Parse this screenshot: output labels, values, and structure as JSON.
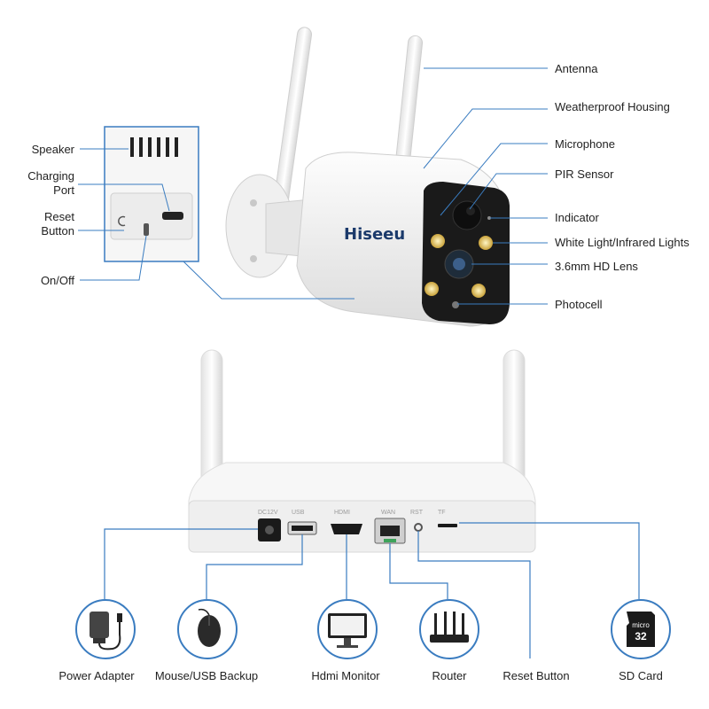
{
  "camera_labels": {
    "antenna": "Antenna",
    "housing": "Weatherproof Housing",
    "microphone": "Microphone",
    "pir": "PIR Sensor",
    "indicator": "Indicator",
    "lights": "White Light/Infrared Lights",
    "lens": "3.6mm HD Lens",
    "photocell": "Photocell",
    "speaker": "Speaker",
    "charging_port": [
      "Charging",
      "Port"
    ],
    "reset_button": [
      "Reset",
      "Button"
    ],
    "onoff": "On/Off"
  },
  "brand": "Hiseeu",
  "nvr_ports": {
    "dc": "DC12V",
    "usb": "USB",
    "hdmi": "HDMI",
    "wan": "WAN",
    "rst": "RST",
    "tf": "TF"
  },
  "accessories": [
    {
      "label": "Power Adapter",
      "icon": "power-adapter-icon"
    },
    {
      "label": "Mouse/USB Backup",
      "icon": "mouse-icon"
    },
    {
      "label": "Hdmi Monitor",
      "icon": "monitor-icon"
    },
    {
      "label": "Router",
      "icon": "router-icon"
    },
    {
      "label": "Reset Button",
      "icon": "reset-pin-icon"
    },
    {
      "label": "SD Card",
      "icon": "sd-card-icon"
    }
  ],
  "sd_card": {
    "brand": "micro",
    "size": "32"
  },
  "colors": {
    "line": "#3a7cc0",
    "body": "#f2f2f2",
    "dark": "#1a1a1a"
  }
}
